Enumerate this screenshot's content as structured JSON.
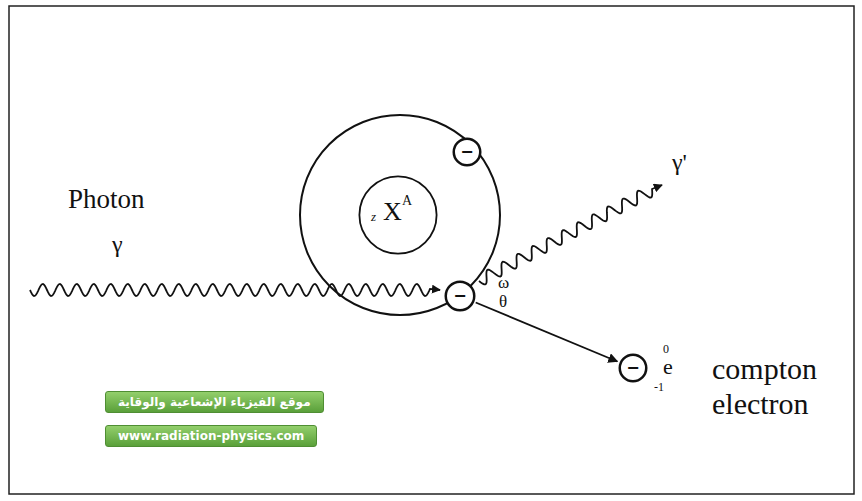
{
  "diagram": {
    "nodes": [
      {
        "text": [
          "z",
          "X",
          "A"
        ]
      },
      {
        "text": [
          "−"
        ]
      },
      {
        "text": [
          "−"
        ]
      },
      {
        "text": [
          "−"
        ]
      },
      {
        "text": [
          "موقع الفيزياء الإشعاعية والوقاية"
        ]
      },
      {
        "text": [
          "www.radiation-physics.com"
        ]
      }
    ],
    "edges": [
      {
        "from": 2,
        "to": 3,
        "arrow": "to"
      }
    ],
    "labels": [
      "Photon",
      "γ",
      "γ'",
      "ω",
      "θ",
      "0",
      "e",
      "-1",
      "compton electron"
    ]
  }
}
